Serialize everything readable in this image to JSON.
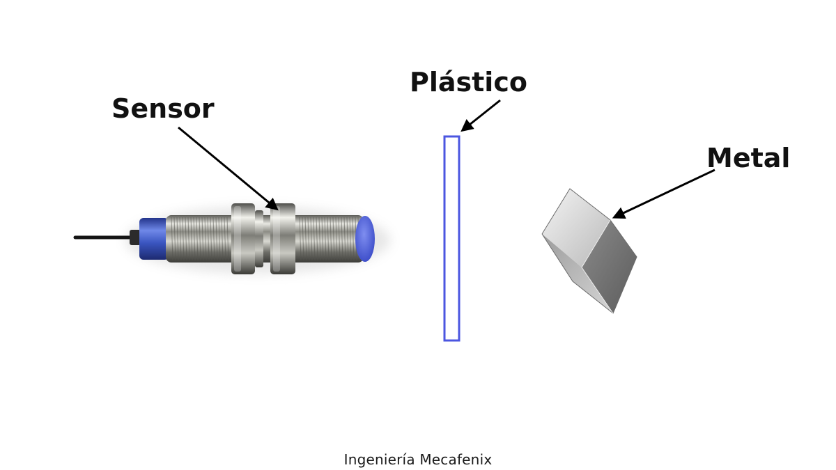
{
  "labels": {
    "sensor": "Sensor",
    "plastic": "Plástico",
    "metal": "Metal"
  },
  "caption": "Ingeniería Mecafenix",
  "colors": {
    "sensor_face": "#4a5cd6",
    "sensor_band": "#3a55c0",
    "plastic_outline": "#4b56e0",
    "arrow": "#000000",
    "metal": "#9a9a9a"
  },
  "icons": {
    "sensor": "inductive-proximity-sensor",
    "plastic": "plastic-sheet",
    "metal": "metal-block"
  }
}
